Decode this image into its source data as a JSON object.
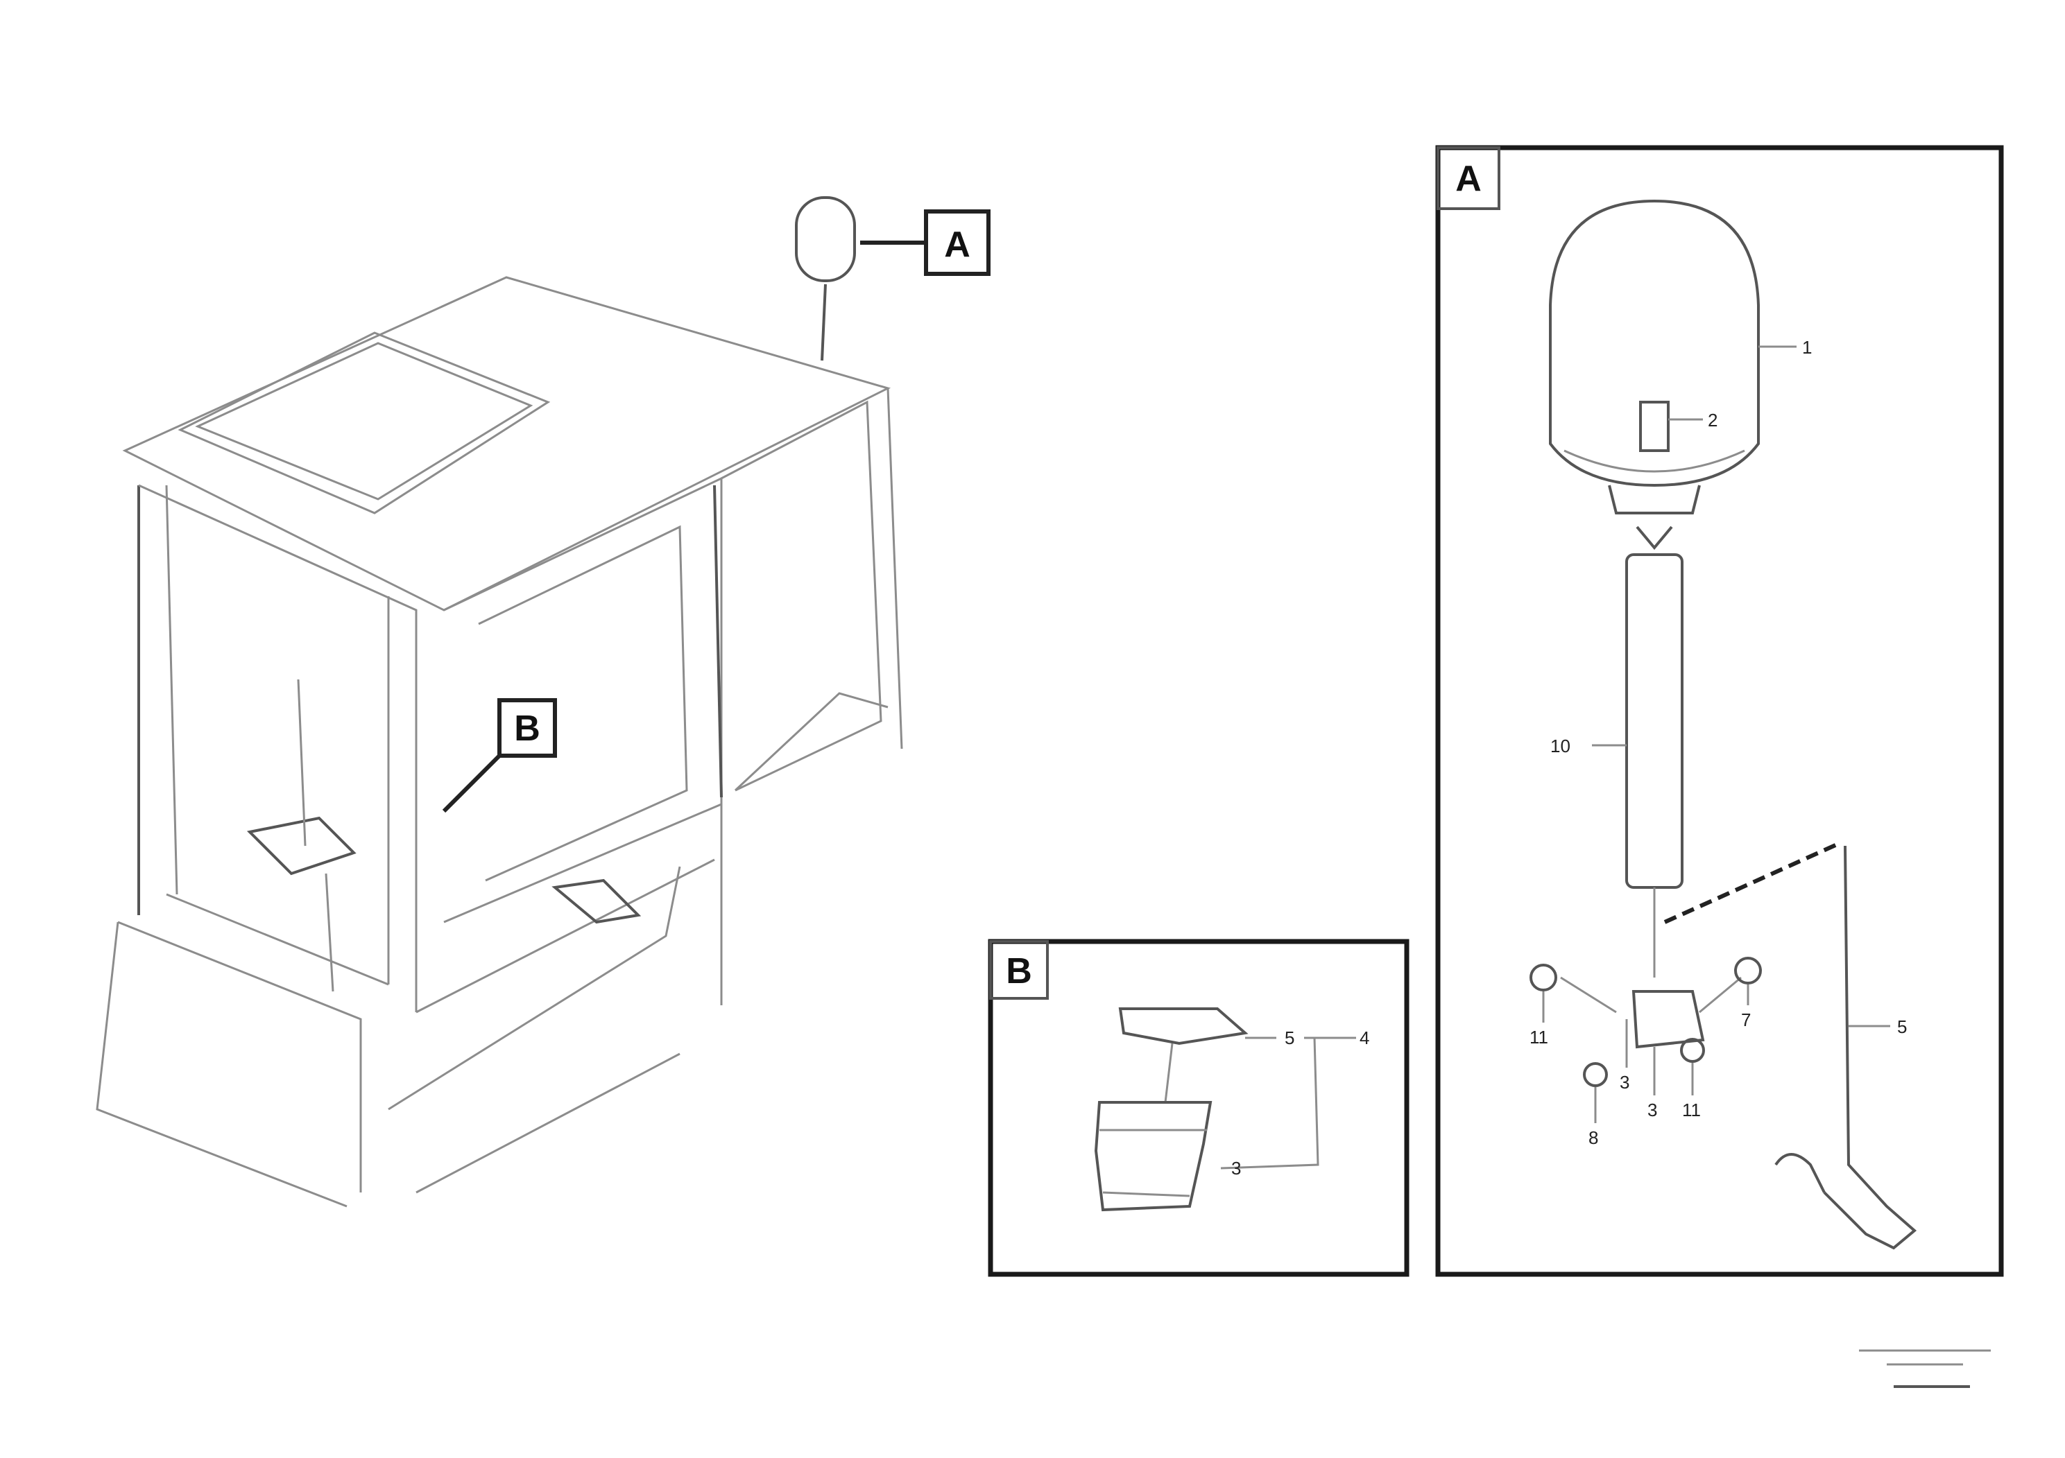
{
  "callouts": {
    "a": "A",
    "b": "B"
  },
  "detail_a": {
    "title": "A",
    "labels": [
      "1",
      "2",
      "10",
      "5",
      "11",
      "7",
      "8",
      "3",
      "11",
      "3"
    ]
  },
  "detail_b": {
    "title": "B",
    "labels": [
      "5",
      "4",
      "3"
    ]
  },
  "reference": {
    "line1": "",
    "line2": "",
    "code": ""
  }
}
